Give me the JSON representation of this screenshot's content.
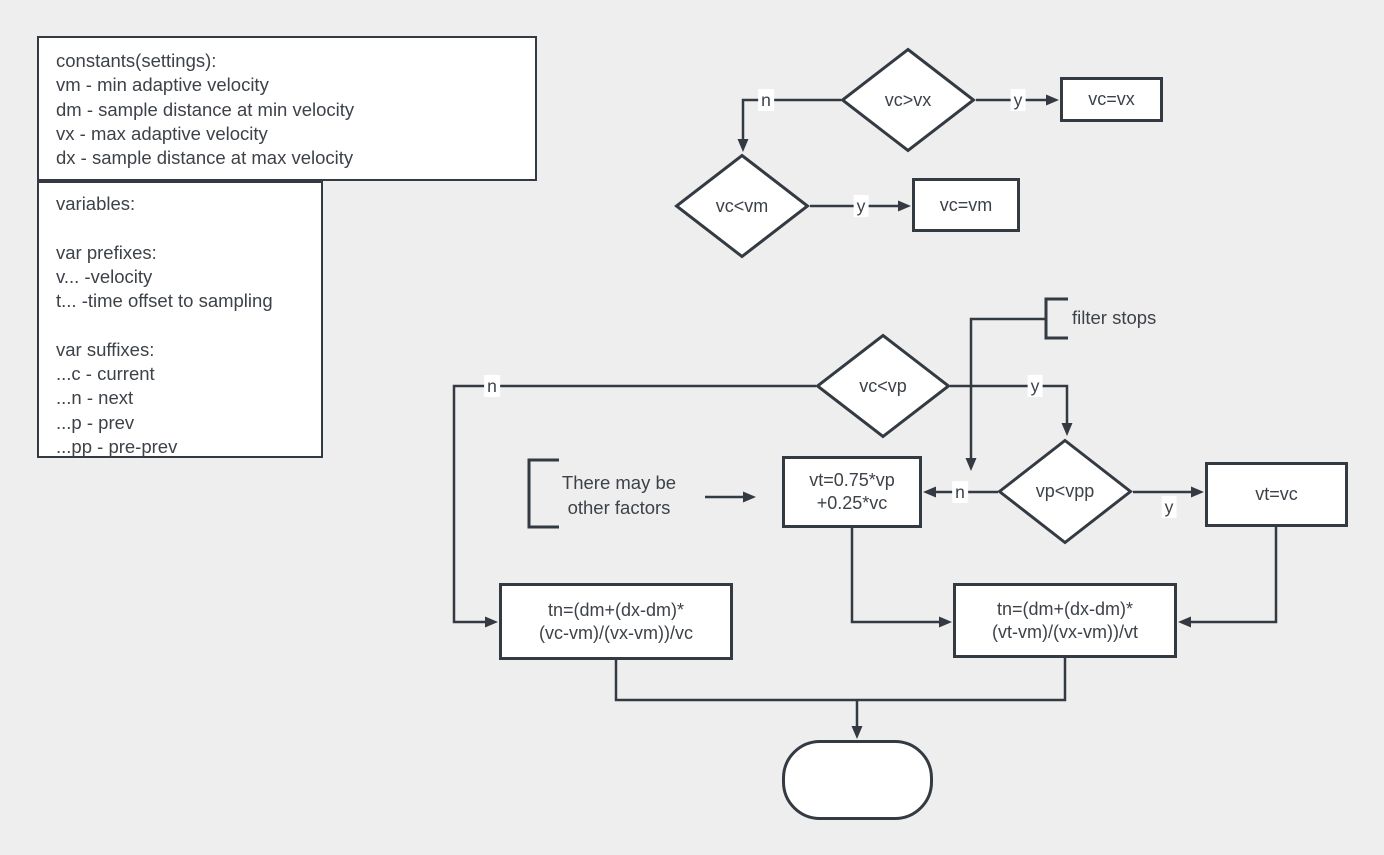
{
  "palette": {
    "background": "#eeeeee",
    "line": "#333a41",
    "text": "#3d4248",
    "shape_fill": "#ffffff"
  },
  "notes": {
    "constants": {
      "text": "constants(settings):\nvm - min adaptive velocity\ndm - sample distance at min velocity\nvx - max adaptive velocity\ndx - sample distance at max velocity"
    },
    "variables": {
      "text": "variables:\n\nvar prefixes:\nv... -velocity\nt... -time offset to sampling\n\nvar suffixes:\n...c - current\n...n - next\n...p - prev\n...pp - pre-prev"
    }
  },
  "nodes": {
    "decision_vc_gt_vx": {
      "label": "vc>vx"
    },
    "process_vc_eq_vx": {
      "label": "vc=vx"
    },
    "decision_vc_lt_vm": {
      "label": "vc<vm"
    },
    "process_vc_eq_vm": {
      "label": "vc=vm"
    },
    "decision_vc_lt_vp": {
      "label": "vc<vp"
    },
    "decision_vp_lt_vpp": {
      "label": "vp<vpp"
    },
    "process_vt_blend": {
      "label": "vt=0.75*vp\n+0.25*vc"
    },
    "process_vt_eq_vc": {
      "label": "vt=vc"
    },
    "process_tn_from_vc": {
      "label": "tn=(dm+(dx-dm)*\n(vc-vm)/(vx-vm))/vc"
    },
    "process_tn_from_vt": {
      "label": "tn=(dm+(dx-dm)*\n(vt-vm)/(vx-vm))/vt"
    },
    "terminal_end": {
      "label": ""
    }
  },
  "edge_labels": {
    "vc_gt_vx_no": "n",
    "vc_gt_vx_yes": "y",
    "vc_lt_vm_yes": "y",
    "vc_lt_vp_no": "n",
    "vc_lt_vp_yes": "y",
    "vp_lt_vpp_no": "n",
    "vp_lt_vpp_yes": "y"
  },
  "annotations": {
    "filter_stops": "filter stops",
    "other_factors": "There may be\nother factors"
  }
}
